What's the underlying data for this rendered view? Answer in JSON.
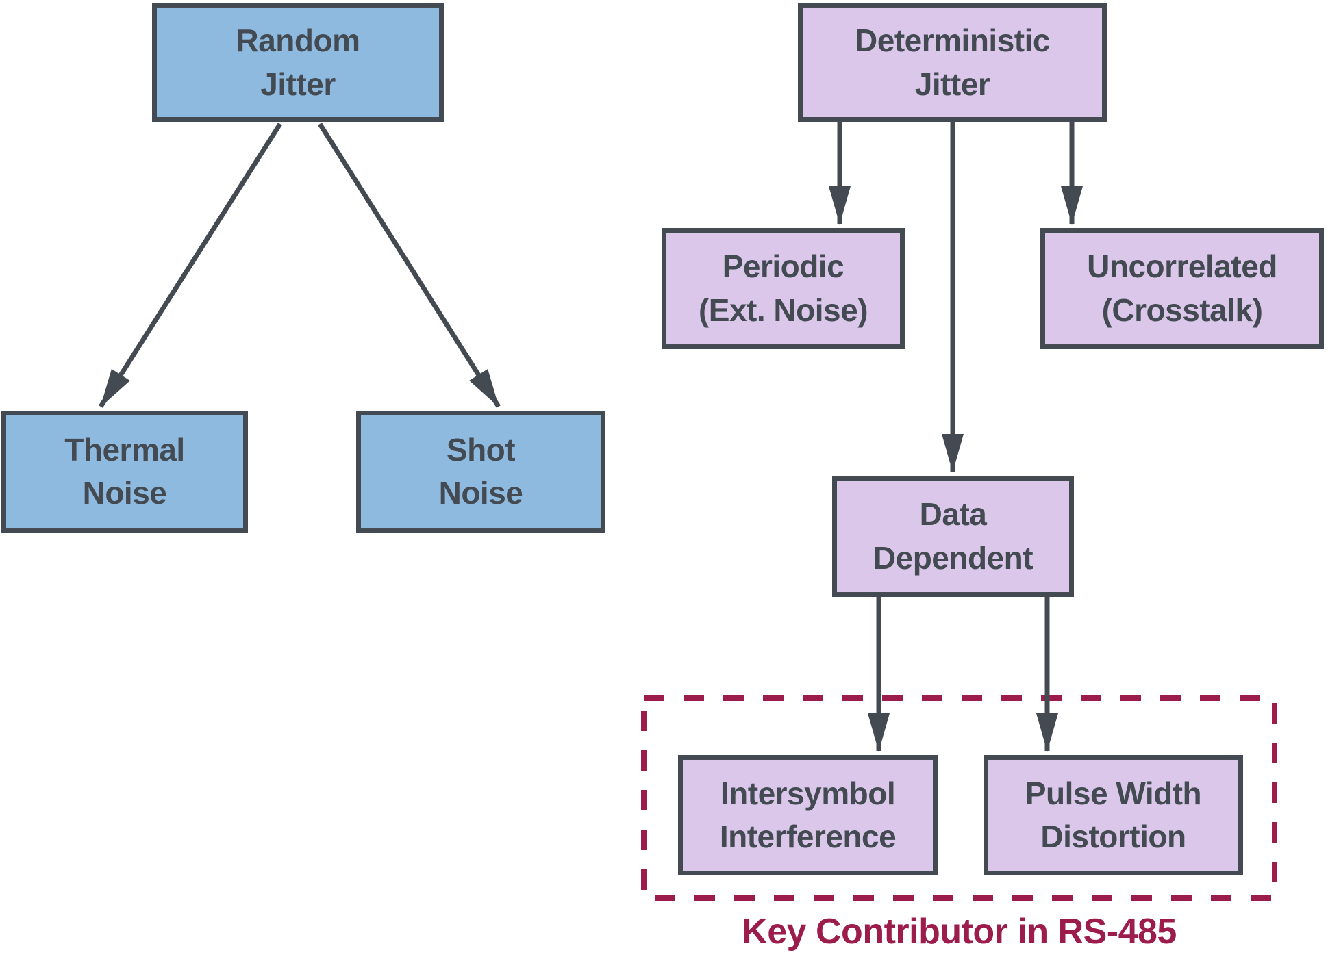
{
  "title": "Jitter classification diagram",
  "colors": {
    "background": "#FFFFFF",
    "random_fill": "#8FBADF",
    "deterministic_fill": "#DAC7EA",
    "stroke_dark": "#434A52",
    "accent_maroon": "#9C1C4B"
  },
  "nodes": {
    "random_jitter": {
      "label": "Random\nJitter"
    },
    "thermal_noise": {
      "label": "Thermal\nNoise"
    },
    "shot_noise": {
      "label": "Shot\nNoise"
    },
    "deterministic_jitter": {
      "label": "Deterministic\nJitter"
    },
    "periodic": {
      "label": "Periodic\n(Ext. Noise)"
    },
    "uncorrelated": {
      "label": "Uncorrelated\n(Crosstalk)"
    },
    "data_dependent": {
      "label": "Data\nDependent"
    },
    "intersymbol_interference": {
      "label": "Intersymbol\nInterference"
    },
    "pulse_width_distortion": {
      "label": "Pulse Width\nDistortion"
    }
  },
  "edges": [
    {
      "from": "random_jitter",
      "to": "thermal_noise"
    },
    {
      "from": "random_jitter",
      "to": "shot_noise"
    },
    {
      "from": "deterministic_jitter",
      "to": "periodic"
    },
    {
      "from": "deterministic_jitter",
      "to": "uncorrelated"
    },
    {
      "from": "deterministic_jitter",
      "to": "data_dependent"
    },
    {
      "from": "data_dependent",
      "to": "intersymbol_interference"
    },
    {
      "from": "data_dependent",
      "to": "pulse_width_distortion"
    }
  ],
  "caption": "Key Contributor in RS-485"
}
